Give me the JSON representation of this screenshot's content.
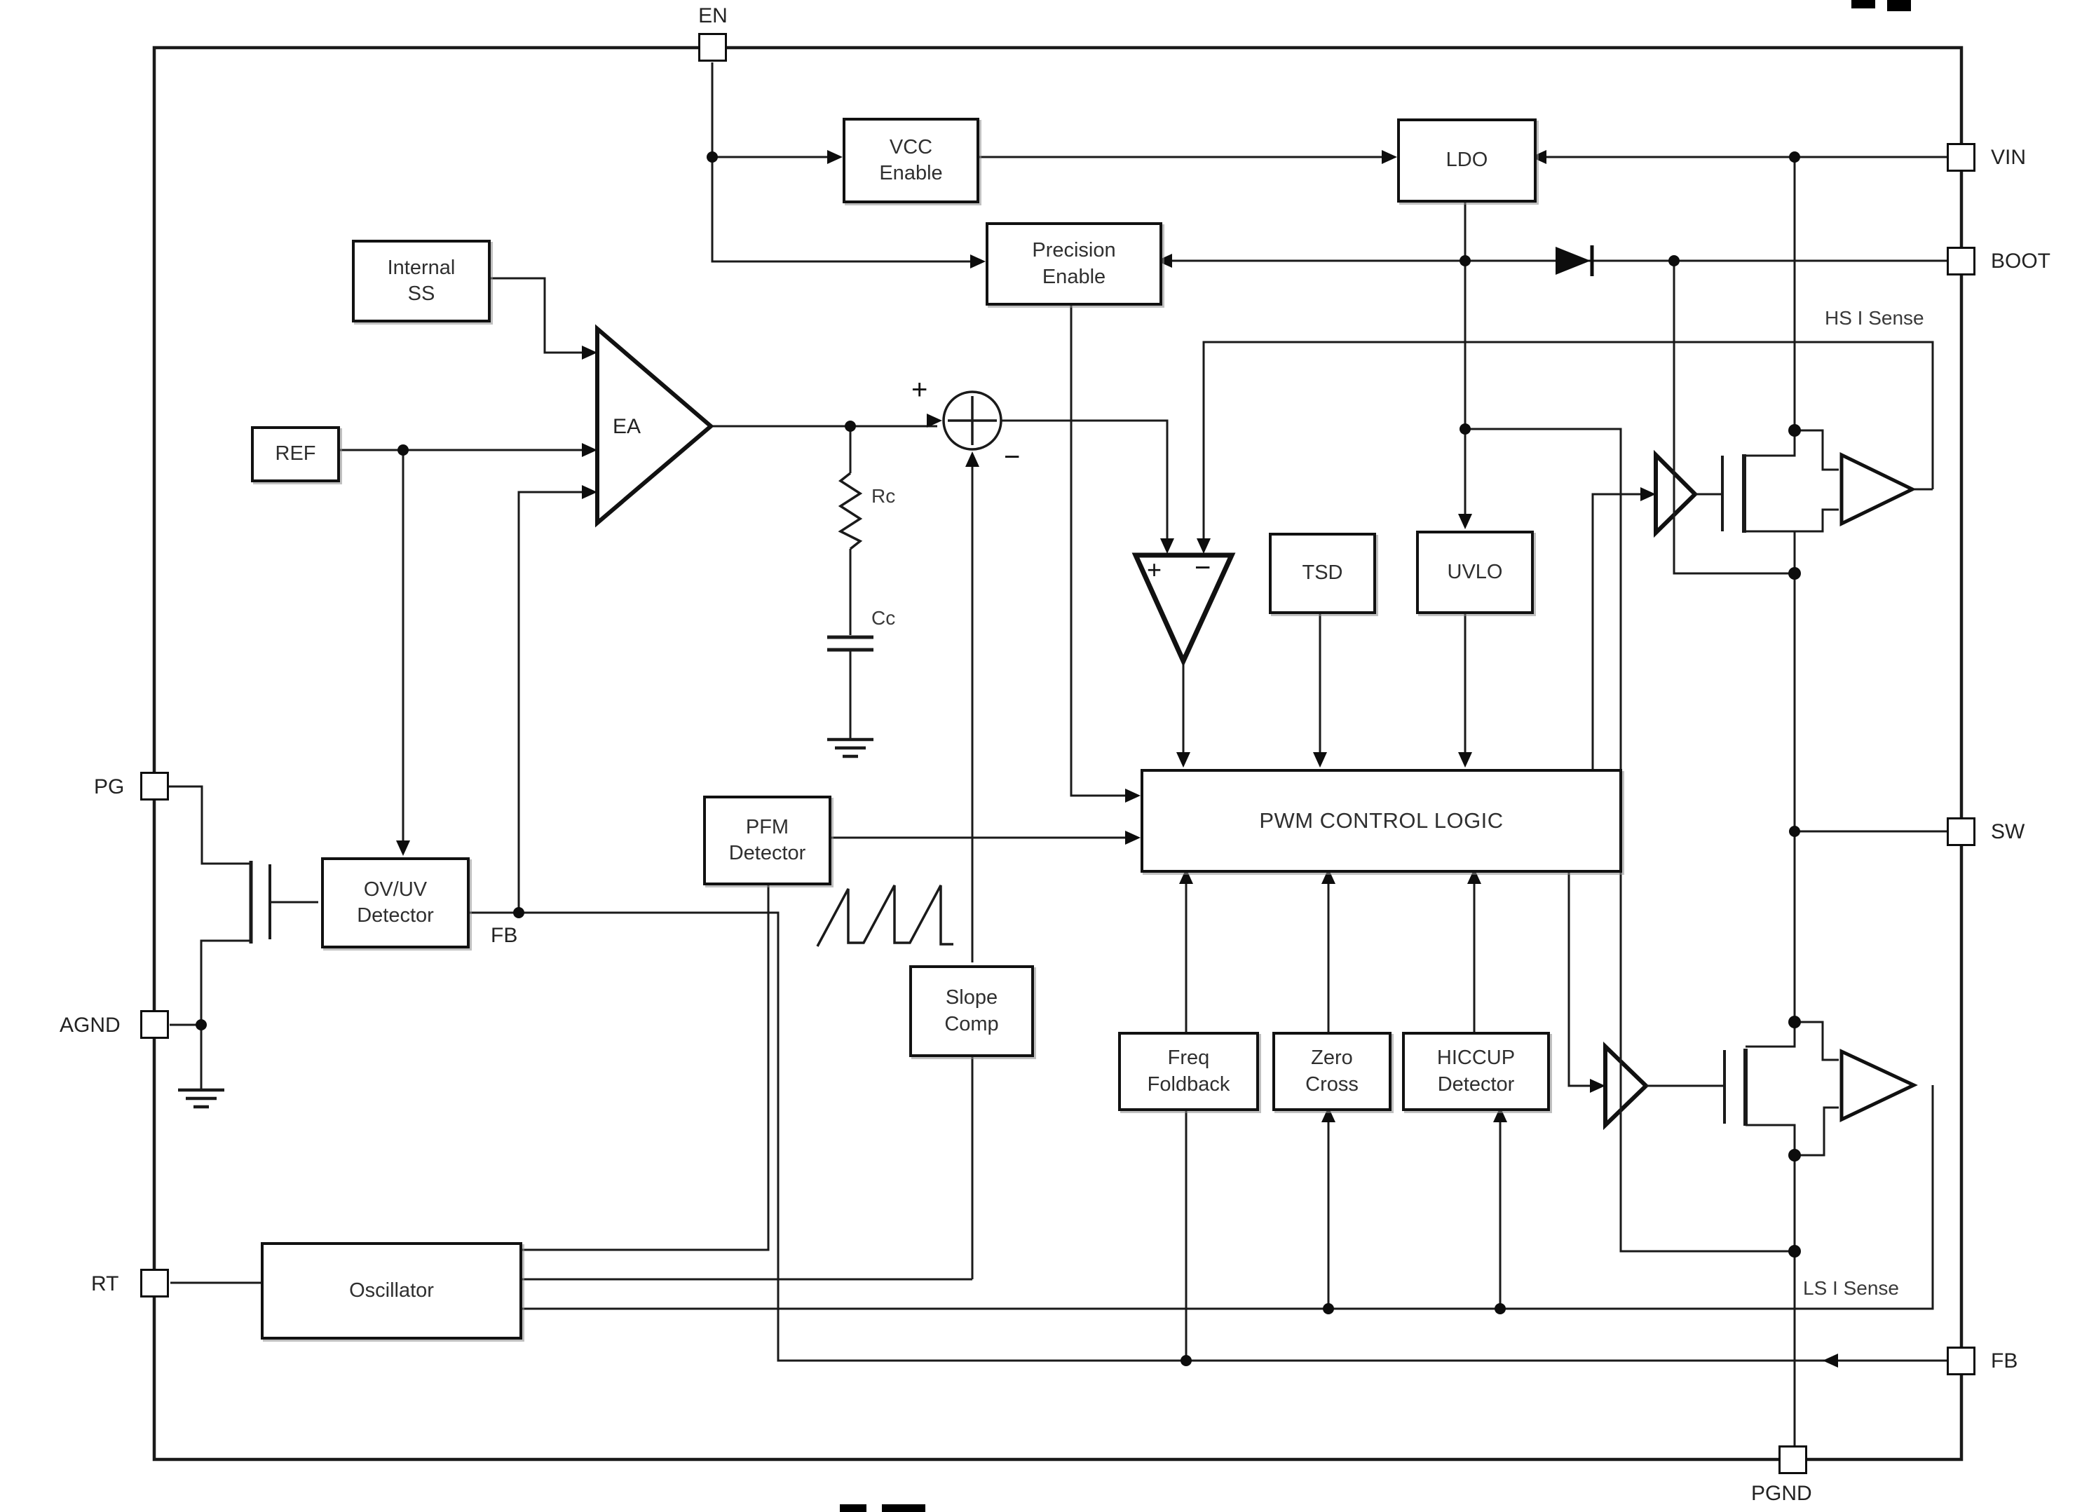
{
  "diagram": {
    "title": "DC-DC converter functional block diagram",
    "colors": {
      "line": "#1a1a1a",
      "background": "#ffffff",
      "text": "#2b2b2b"
    },
    "pins": {
      "en": "EN",
      "vin": "VIN",
      "boot": "BOOT",
      "sw": "SW",
      "fb": "FB",
      "pgnd": "PGND",
      "pg": "PG",
      "agnd": "AGND",
      "rt": "RT"
    },
    "blocks": {
      "vcc_enable": "VCC\nEnable",
      "ldo": "LDO",
      "precision_enable": "Precision\nEnable",
      "internal_ss": "Internal\nSS",
      "ref": "REF",
      "ea": "EA",
      "pfm_detector": "PFM\nDetector",
      "ovuv_detector": "OV/UV\nDetector",
      "slope_comp": "Slope\nComp",
      "tsd": "TSD",
      "uvlo": "UVLO",
      "pwm": "PWM CONTROL LOGIC",
      "freq_foldback": "Freq\nFoldback",
      "zero_cross": "Zero\nCross",
      "hiccup_detector": "HICCUP\nDetector",
      "oscillator": "Oscillator"
    },
    "nets": {
      "hs_i_sense": "HS I Sense",
      "ls_i_sense": "LS I Sense",
      "fb_node": "FB"
    },
    "components": {
      "rc": "Rc",
      "cc": "Cc"
    },
    "signs": {
      "sum_plus": "+",
      "sum_minus": "−",
      "cmp_plus": "+",
      "cmp_minus": "−"
    }
  }
}
